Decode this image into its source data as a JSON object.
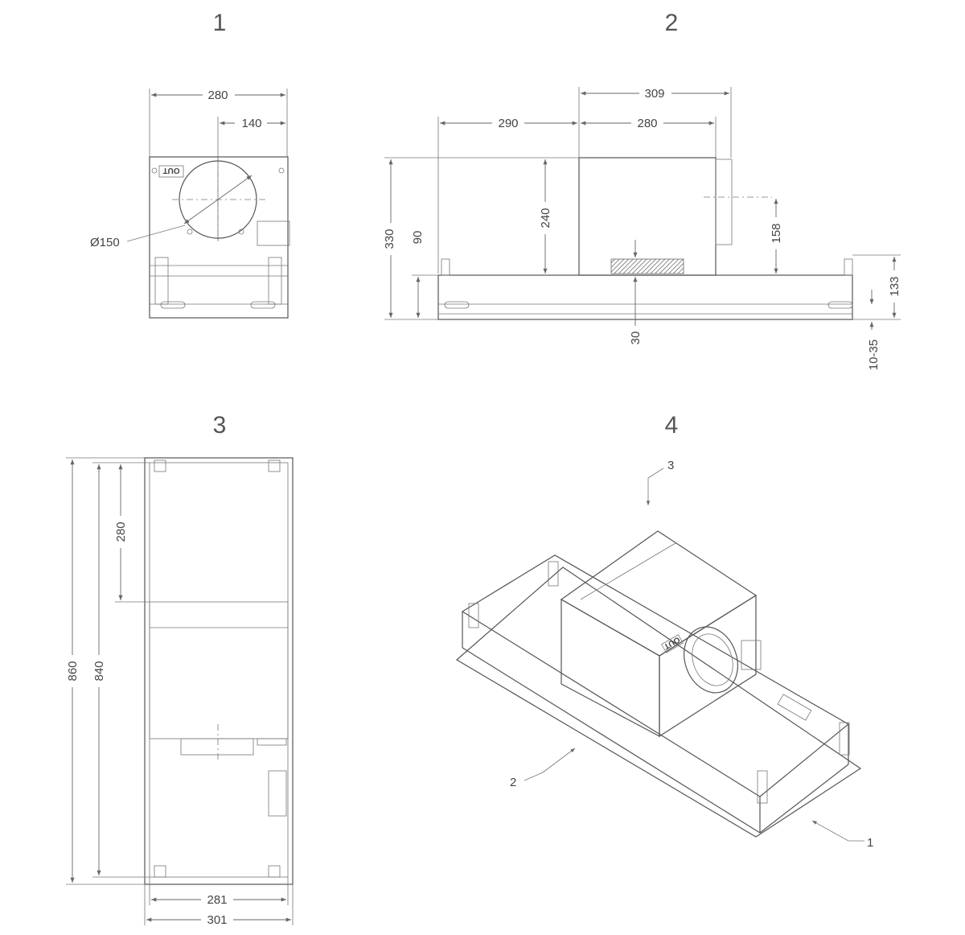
{
  "views": {
    "view1": {
      "label": "1",
      "dim_width": "280",
      "dim_center": "140",
      "dim_diameter": "Ø150",
      "outlet_label": "OUT"
    },
    "view2": {
      "label": "2",
      "dim_top": "309",
      "dim_left": "290",
      "dim_box": "280",
      "dim_total_height": "330",
      "dim_frame": "90",
      "dim_box_height": "240",
      "dim_outlet_center": "158",
      "dim_side": "133",
      "dim_bottom": "30",
      "dim_gap": "10-35"
    },
    "view3": {
      "label": "3",
      "dim_length": "860",
      "dim_inner_length": "840",
      "dim_box_depth": "280",
      "dim_inner_width": "281",
      "dim_width": "301"
    },
    "view4": {
      "label": "4",
      "callout_1": "1",
      "callout_2": "2",
      "callout_3": "3",
      "outlet_label": "OUT"
    }
  }
}
